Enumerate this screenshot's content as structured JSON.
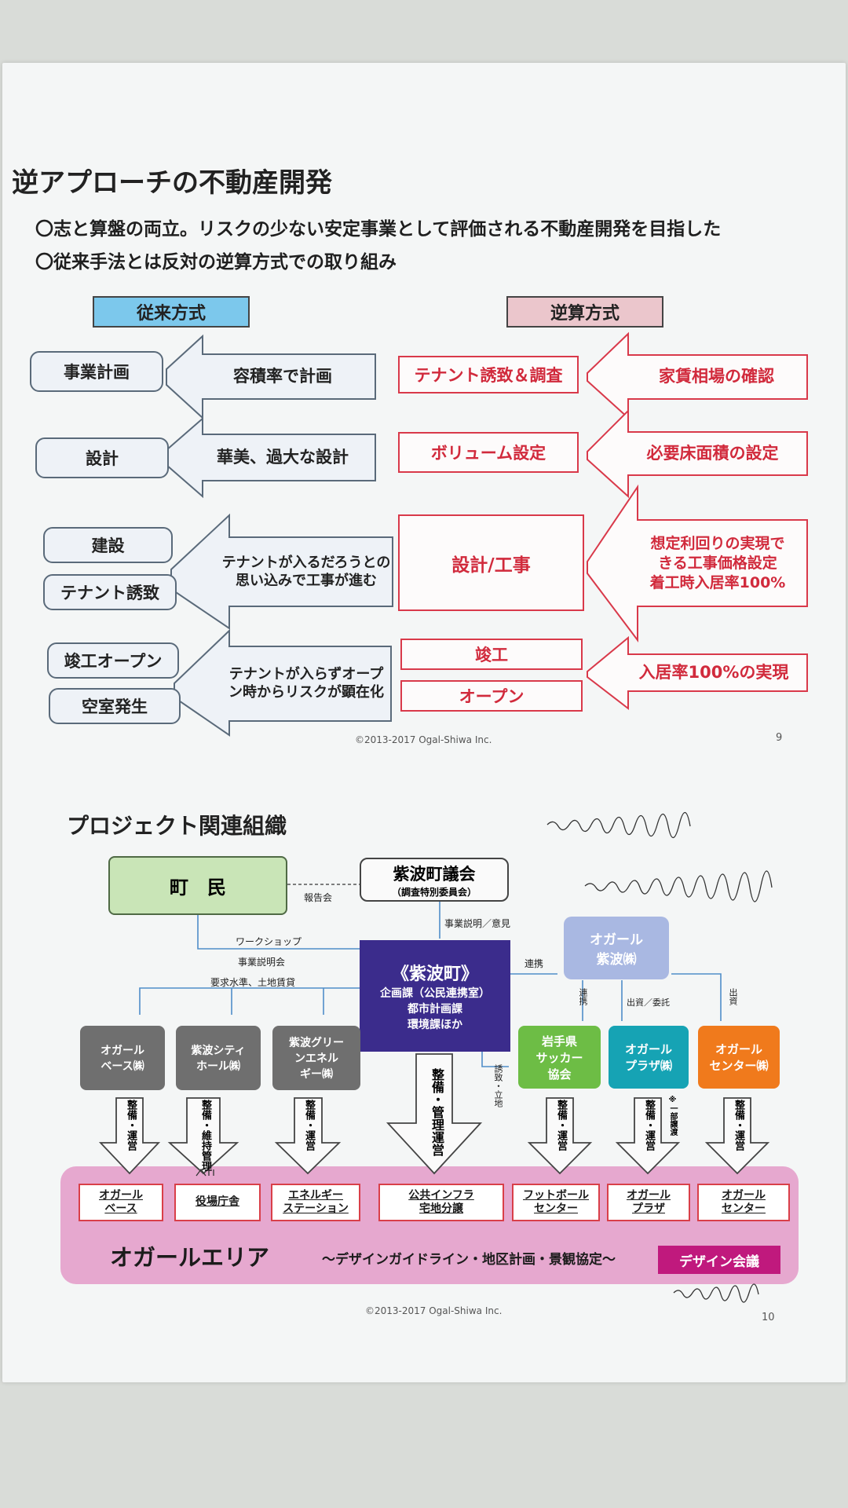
{
  "slide9": {
    "title": "逆アプローチの不動産開発",
    "bullet1": "〇志と算盤の両立。リスクの少ない安定事業として評価される不動産開発を目指した",
    "bullet2": "〇従来手法とは反対の逆算方式での取り組み",
    "left_header": "従来方式",
    "right_header": "逆算方式",
    "left_boxes": [
      "事業計画",
      "設計",
      "建設",
      "テナント誘致",
      "竣工オープン",
      "空室発生"
    ],
    "left_arrows": [
      "容積率で計画",
      "華美、過大な設計",
      "テナントが入るだろうとの\n思い込みで工事が進む",
      "テナントが入らずオープ\nン時からリスクが顕在化"
    ],
    "right_boxes": [
      "テナント誘致＆調査",
      "ボリューム設定",
      "設計/工事",
      "竣工",
      "オープン"
    ],
    "right_arrows": [
      "家賃相場の確認",
      "必要床面積の設定",
      "想定利回りの実現で\nきる工事価格設定\n着工時入居率100%",
      "入居率100%の実現"
    ],
    "copyright": "©2013-2017 Ogal-Shiwa Inc.",
    "page_number": "9"
  },
  "slide10": {
    "title": "プロジェクト関連組織",
    "townspeople": "町　民",
    "council": "紫波町議会",
    "council_sub": "（調査特別委員会）",
    "report_label": "報告会",
    "explain_label": "事業説明／意見",
    "workshop_label": "ワークショップ",
    "briefing_label": "事業説明会",
    "request_label": "要求水準、土地賃貸",
    "renkei_label": "連携",
    "town_title": "《紫波町》",
    "town_lines": [
      "企画課（公民連携室）",
      "都市計画課",
      "環境課ほか"
    ],
    "ogal_shiwa": "オガール\n紫波㈱",
    "renkei_v": "連携",
    "invest_label": "出資／委託",
    "invest2_label": "出資",
    "invite_label": "誘致・立地",
    "orgs": [
      "オガール\nベース㈱",
      "紫波シティ\nホール㈱",
      "紫波グリー\nンエネル\nギー㈱",
      "岩手県\nサッカー\n協会",
      "オガール\nプラザ㈱",
      "オガール\nセンター㈱"
    ],
    "org_colors": [
      "#6f6f6f",
      "#6f6f6f",
      "#6f6f6f",
      "#6dbd45",
      "#16a3b4",
      "#f07a1c"
    ],
    "down_arrows": [
      "整備・運営",
      "整備・維持管理",
      "整備・運営",
      "整備・管理運営",
      "整備・運営",
      "整備・運営",
      "整備・運営"
    ],
    "partial_transfer": "※一部譲渡",
    "facilities": [
      "オガール\nベース",
      "役場庁舎",
      "エネルギー\nステーション",
      "公共インフラ\n宅地分譲",
      "フットボール\nセンター",
      "オガール\nプラザ",
      "オガール\nセンター"
    ],
    "area_title": "オガールエリア",
    "area_sub": "～デザインガイドライン・地区計画・景観協定～",
    "design_council": "デザイン会議",
    "copyright": "©2013-2017 Ogal-Shiwa Inc.",
    "page_number": "10"
  },
  "colors": {
    "town_blue": "#3b2c8c",
    "ogal_shiwa": "#a9b8e2",
    "red": "#d12a3c",
    "area": "#e6a8cf"
  }
}
